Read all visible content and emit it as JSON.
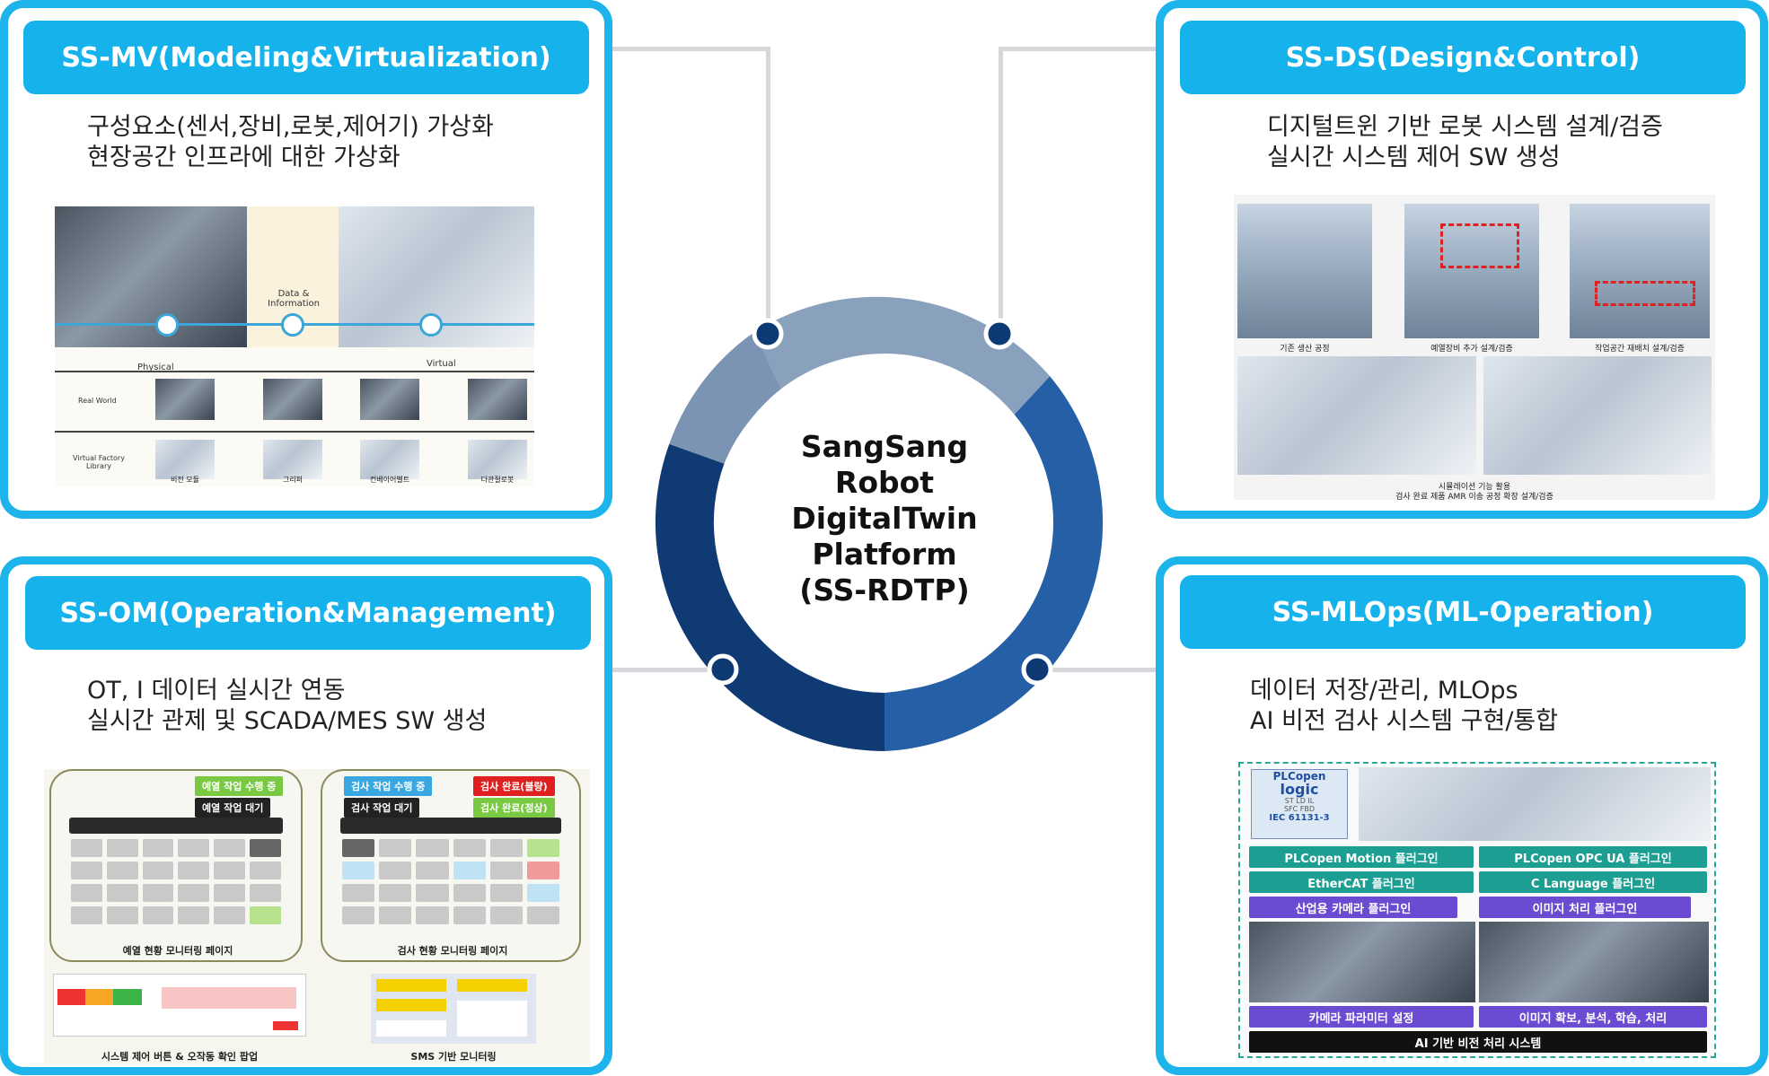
{
  "center": {
    "lines": [
      "SangSang",
      "Robot",
      "DigitalTwin",
      "Platform",
      "(SS-RDTP)"
    ]
  },
  "panels": {
    "mv": {
      "title": "SS-MV(Modeling&Virtualization)",
      "desc": [
        "구성요소(센서,장비,로봇,제어기) 가상화",
        "현장공간 인프라에 대한 가상화"
      ],
      "img": {
        "data_info": "Data &\nInformation",
        "physical": "Physical",
        "virtual": "Virtual",
        "row1": "Real World",
        "row2": "Virtual Factory Library",
        "captions": [
          "비전 모듈",
          "그리퍼",
          "컨베이어벨트",
          "다관절로봇"
        ]
      }
    },
    "ds": {
      "title": "SS-DS(Design&Control)",
      "desc": [
        "디지털트윈 기반 로봇 시스템 설계/검증",
        "실시간 시스템 제어 SW 생성"
      ],
      "img": {
        "captions": [
          "기존 생산 공정",
          "예열장비 추가 설계/검증",
          "작업공간 재배치 설계/검증"
        ],
        "bottom1": "시뮬레이션 기능 활용",
        "bottom2": "검사 완료 제품 AMR 이송 공정 확장 설계/검증"
      }
    },
    "om": {
      "title": "SS-OM(Operation&Management)",
      "desc": [
        "OT, I 데이터 실시간 연동",
        "실시간 관제 및 SCADA/MES SW 생성"
      ],
      "img": {
        "tag1": "예열 작업 수행 중",
        "tag2": "예열 작업 대기",
        "tag3": "검사 작업 수행 중",
        "tag4": "검사 작업 대기",
        "tag5": "검사 완료(불량)",
        "tag6": "검사 완료(정상)",
        "cap1": "예열 현황 모니터링 페이지",
        "cap2": "검사 현황 모니터링 페이지",
        "cap3": "시스템 제어 버튼 & 오작동 확인 팝업",
        "cap4": "SMS 기반 모니터링"
      }
    },
    "ml": {
      "title": "SS-MLOps(ML-Operation)",
      "desc": [
        "데이터 저장/관리, MLOps",
        "AI 비전 검사 시스템 구현/통합"
      ],
      "img": {
        "plc_title": "PLCopen",
        "plc_logic": "logic",
        "plc_langs1": "ST  LD  IL",
        "plc_langs2": "SFC  FBD",
        "plc_iec": "IEC 61131-3",
        "bar1": "PLCopen Motion 플러그인",
        "bar2": "PLCopen OPC UA 플러그인",
        "bar3": "EtherCAT 플러그인",
        "bar4": "C Language 플러그인",
        "bar5": "산업용 카메라 플러그인",
        "bar6": "이미지 처리 플러그인",
        "bar7": "카메라 파라미터 설정",
        "bar8": "이미지 확보, 분석, 학습, 처리",
        "bar9": "AI 기반 비전 처리 시스템"
      }
    }
  },
  "colors": {
    "border": "#1cb4ea",
    "ring_light": "#8aa1bd",
    "ring_mid": "#2560a6",
    "ring_dark": "#0f3a73",
    "dot": "#0e3a74"
  }
}
